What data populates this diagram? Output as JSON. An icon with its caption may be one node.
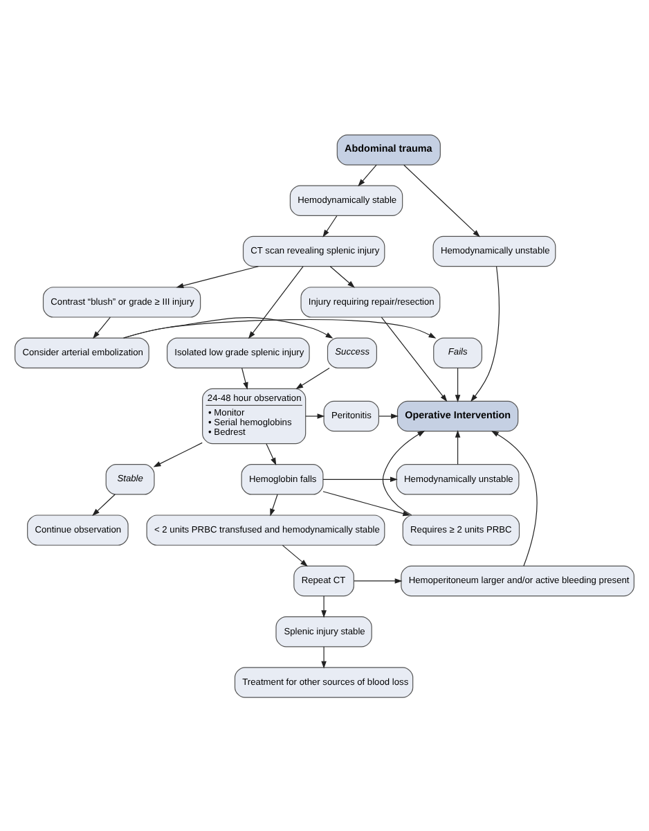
{
  "diagram": {
    "nodes": [
      {
        "text": [
          "Abdominal trauma"
        ]
      },
      {
        "text": [
          "Hemodynamically stable"
        ]
      },
      {
        "text": [
          "Hemodynamically unstable"
        ]
      },
      {
        "text": [
          "CT scan revealing splenic injury"
        ]
      },
      {
        "text": [
          "Isolated low grade splenic injury"
        ]
      },
      {
        "text": [
          "Contrast “blush” or grade ≥ III injury"
        ]
      },
      {
        "text": [
          "Injury requiring repair/resection"
        ]
      },
      {
        "text": [
          "Success"
        ]
      },
      {
        "text": [
          "Consider arterial embolization"
        ]
      },
      {
        "text": [
          "Fails"
        ]
      },
      {
        "text": [
          "24-48 hour observation",
          "• Monitor",
          "• Serial hemoglobins",
          "• Bedrest"
        ]
      },
      {
        "text": [
          "Peritonitis"
        ]
      },
      {
        "text": [
          "Operative Intervention"
        ]
      },
      {
        "text": [
          "Requires ≥ 2 units PRBC"
        ]
      },
      {
        "text": [
          "Stable"
        ]
      },
      {
        "text": [
          "Hemoglobin falls"
        ]
      },
      {
        "text": [
          "Hemodynamically unstable"
        ]
      },
      {
        "text": [
          "Continue observation"
        ]
      },
      {
        "text": [
          "< 2 units PRBC transfused and hemodynamically stable"
        ]
      },
      {
        "text": [
          "Repeat CT"
        ]
      },
      {
        "text": [
          "Hemoperitoneum larger and/or active bleeding present"
        ]
      },
      {
        "text": [
          "Splenic injury stable"
        ]
      },
      {
        "text": [
          "Treatment for other sources of blood loss"
        ]
      }
    ],
    "edges": [
      {
        "from": 0,
        "to": 1,
        "arrow": "to"
      },
      {
        "from": 0,
        "to": 2,
        "arrow": "to"
      },
      {
        "from": 1,
        "to": 3,
        "arrow": "to"
      },
      {
        "from": 3,
        "to": 4,
        "arrow": "to"
      },
      {
        "from": 3,
        "to": 5,
        "arrow": "to"
      },
      {
        "from": 3,
        "to": 6,
        "arrow": "to"
      },
      {
        "from": 4,
        "to": 10,
        "arrow": "to"
      },
      {
        "from": 5,
        "to": 8,
        "arrow": "to"
      },
      {
        "from": 8,
        "to": 7,
        "arrow": "to"
      },
      {
        "from": 8,
        "to": 9,
        "arrow": "to"
      },
      {
        "from": 7,
        "to": 10,
        "arrow": "to"
      },
      {
        "from": 9,
        "to": 12,
        "arrow": "to"
      },
      {
        "from": 6,
        "to": 12,
        "arrow": "to"
      },
      {
        "from": 2,
        "to": 12,
        "arrow": "to"
      },
      {
        "from": 10,
        "to": 11,
        "arrow": "to"
      },
      {
        "from": 11,
        "to": 12,
        "arrow": "to"
      },
      {
        "from": 10,
        "to": 15,
        "arrow": "to"
      },
      {
        "from": 15,
        "to": 13,
        "arrow": "to"
      },
      {
        "from": 13,
        "to": 12,
        "arrow": "to"
      },
      {
        "from": 15,
        "to": 16,
        "arrow": "to"
      },
      {
        "from": 16,
        "to": 12,
        "arrow": "to"
      },
      {
        "from": 10,
        "to": 14,
        "arrow": "to"
      },
      {
        "from": 14,
        "to": 17,
        "arrow": "to"
      },
      {
        "from": 15,
        "to": 18,
        "arrow": "to"
      },
      {
        "from": 18,
        "to": 19,
        "arrow": "to"
      },
      {
        "from": 19,
        "to": 20,
        "arrow": "to"
      },
      {
        "from": 20,
        "to": 12,
        "arrow": "to"
      },
      {
        "from": 19,
        "to": 21,
        "arrow": "to"
      },
      {
        "from": 21,
        "to": 22,
        "arrow": "to"
      }
    ]
  }
}
